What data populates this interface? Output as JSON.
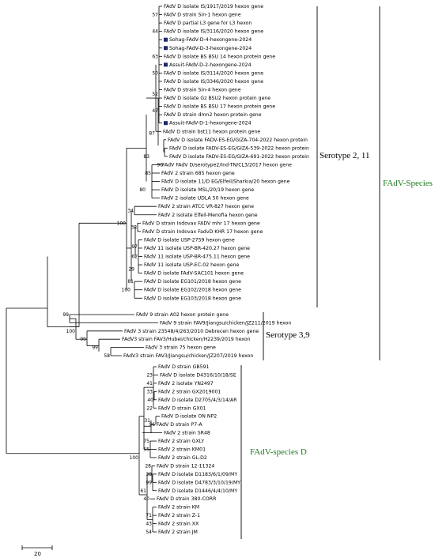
{
  "colors": {
    "branch": "#000000",
    "marker": "#1f2a6b",
    "species_label": "#1e7a1e",
    "serotype_label": "#000000"
  },
  "clade_a": {
    "tips": [
      "FAdV D isolate IS/1917/2019 hexon gene",
      "FAdV D strain Sin-1 hexon gene",
      "FAdV D partial L3 gene for L3 hexon",
      "FAdV D isolate IS/3116/2020 hexon gene",
      "Sohag-FAdV-D-4-hexongene-2024",
      "Sohag-FAdV-D-3-hexongene-2024",
      "FAdV D isolate BS BSU 14 hexon protein gene",
      "Assuit-FAdV-D-2-hexongene-2024",
      "FAdV D isolate IS/3114/2020 hexon gene",
      "FAdV D isolate IS/3346/2020 hexon gene",
      "FAdV D strain Sin-4 hexon gene",
      "FAdV D isolate Gz BSU2 hexon protein gene",
      "FAdV D isolate BS BSU 17 hexon protein gene",
      "FAdV D strain dmn2 hexon protein gene",
      "Assuit-FAdV-D-1-hexongene-2024",
      "FAdV D strain bst11 hexon protein gene",
      "FAdV D isolate FADV-ES-EG/GIZA-704-2022 hexon protein",
      "FAdV D isolate FADV-ES-EG/GIZA-539-2022 hexon protein",
      "FAdV D isolate FADV-ES-EG/GIZA-691-2022 hexon protein",
      "FAdV FAdV D/serotype2/Ind-TN/CL3/2017 hexon gene",
      "FAdV 2 strain 685 hexon gene",
      "FAdV D isolate 11/D EG/Elfeil/Sharkia/20 hexon gene",
      "FAdV D isolate MSL/20/19 hexon gene",
      "FAdV 2 isolate UDLA 50 hexon gene",
      "FAdV 2 strain ATCC VR-827 hexon gene",
      "FAdV 2 isolate Elfeil-Menofia hexon gene",
      "FAdV D strain Indovax FADV mhr 17 hexon gene",
      "FAdV D strain Indovax FadvD KHR 17 hexon gene",
      "FAdV D isolate USP-2759 hexon gene",
      "FAdV 11 isolate USP-BR-420.27 hexon gene",
      "FAdV 11 isolate USP-BR-475.11 hexon gene",
      "FAdV 11 isolate USP-EC-02 hexon gene",
      "FAdV D isolate FAdV-SAC101 hexon gene",
      "FAdV D isolate EG101/2018 hexon gene",
      "FAdV D isolate EG102/2018 hexon gene",
      "FAdV D isolate EG103/2018 hexon gene"
    ],
    "bootstraps": [
      "57",
      "44",
      "63",
      "52",
      "50",
      "47",
      "87",
      "83",
      "96",
      "80",
      "34",
      "38",
      "97",
      "62",
      "29",
      "81",
      "100",
      "85",
      "100"
    ]
  },
  "clade_b": {
    "tips": [
      "FAdV 9 strain A02 hexon protein gene",
      "FAdV 9 strain FAV9/Jiangsu/chicken/JZ211/2019 hexon",
      "FAdV 3 strain 23548/4/263/2010 Debrecen hexon gene",
      "FAdV3 strain FAV3/Hubei/chicken/H2239/2019 hexon",
      "FAdV 3 strain 75 hexon gene",
      "FAdV3 strain FAV3/Jiangsu/chicken/JZ207/2019 hexon"
    ],
    "bootstraps": [
      "99",
      "100",
      "99",
      "99",
      "58"
    ]
  },
  "clade_c": {
    "tips": [
      "FAdV D strain GB591",
      "FAdV D isolate D4316/10/18/SE",
      "FAdV 2 isolate YN2497",
      "FAdV 2 strain GX2019001",
      "FAdV D isolate D2705/4/3/14/AR",
      "FAdV D strain GX01",
      "FAdV D isolate ON NP2",
      "FAdV D strain P7-A",
      "FAdV 2 strain SR48",
      "FAdV 2 strain GXLY",
      "FAdV 2 strain KM01",
      "FAdV 2 strain GL-D2",
      "FAdV D strain 12-11324",
      "FAdV D isolate D1183/6/1/09/MY",
      "FAdV D isolate D4783/3/10/19/MY",
      "FAdV D isolate D1446/4/4/10/MY",
      "FAdV D strain 380-CORR",
      "FAdV 2 strain KM",
      "FAdV 2 strain Z-1",
      "FAdV 2 strain XX",
      "FAdV 2 strain JM"
    ],
    "bootstraps": [
      "23",
      "41",
      "33",
      "40",
      "22",
      "31",
      "96",
      "75",
      "55",
      "100",
      "28",
      "38",
      "61",
      "99",
      "40",
      "71",
      "43",
      "54"
    ]
  },
  "groups": {
    "serotype_2_11": "Serotype 2, 11",
    "serotype_3_9": "Serotype 3,9",
    "species_d_upper": "FAdV-Species D",
    "species_d_lower": "FAdV-species D"
  },
  "scale_bar": {
    "label": "20"
  }
}
